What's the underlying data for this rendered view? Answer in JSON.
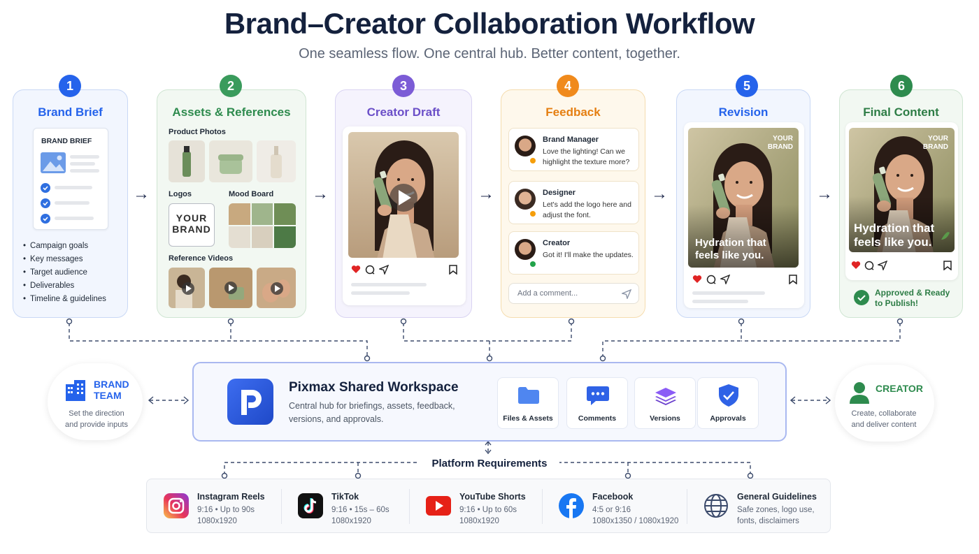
{
  "header": {
    "title": "Brand–Creator Collaboration Workflow",
    "subtitle": "One seamless flow. One central hub. Better content, together."
  },
  "steps": [
    {
      "number": "1",
      "title": "Brand Brief",
      "color": "#2563eb"
    },
    {
      "number": "2",
      "title": "Assets & References",
      "color": "#3a9b5c"
    },
    {
      "number": "3",
      "title": "Creator Draft",
      "color": "#7c5cd6"
    },
    {
      "number": "4",
      "title": "Feedback",
      "color": "#f08a1c"
    },
    {
      "number": "5",
      "title": "Revision",
      "color": "#2563eb"
    },
    {
      "number": "6",
      "title": "Final Content",
      "color": "#2e8b4e"
    }
  ],
  "brief": {
    "doc_title": "BRAND BRIEF",
    "bullets": [
      "Campaign goals",
      "Key messages",
      "Target audience",
      "Deliverables",
      "Timeline & guidelines"
    ]
  },
  "assets": {
    "product_photos": "Product Photos",
    "logos": "Logos",
    "logo_text_1": "YOUR",
    "logo_text_2": "BRAND",
    "mood_board": "Mood Board",
    "reference_videos": "Reference Videos"
  },
  "feedback": {
    "comments": [
      {
        "author": "Brand Manager",
        "text": "Love the lighting! Can we highlight the texture more?",
        "status_color": "#f59e0b"
      },
      {
        "author": "Designer",
        "text": "Let's add the logo here and adjust the font.",
        "status_color": "#f59e0b"
      },
      {
        "author": "Creator",
        "text": "Got it! I'll make the updates.",
        "status_color": "#22a34a"
      }
    ],
    "comment_placeholder": "Add a comment..."
  },
  "revision": {
    "brand_tag_1": "YOUR",
    "brand_tag_2": "BRAND",
    "caption": "Hydration that feels like you."
  },
  "final": {
    "brand_tag_1": "YOUR",
    "brand_tag_2": "BRAND",
    "caption": "Hydration that feels like you.",
    "status": "Approved & Ready to Publish!"
  },
  "brand_team": {
    "label_1": "BRAND",
    "label_2": "TEAM",
    "description": "Set the direction and provide inputs"
  },
  "creator": {
    "label": "CREATOR",
    "description": "Create, collaborate and deliver content"
  },
  "workspace": {
    "name": "Pixmax Shared Workspace",
    "description": "Central hub for briefings, assets, feedback, versions, and approvals.",
    "tools": [
      {
        "label": "Files & Assets",
        "icon": "folder-icon"
      },
      {
        "label": "Comments",
        "icon": "comments-icon"
      },
      {
        "label": "Versions",
        "icon": "layers-icon"
      },
      {
        "label": "Approvals",
        "icon": "shield-check-icon"
      }
    ]
  },
  "platforms": {
    "title": "Platform Requirements",
    "items": [
      {
        "name": "Instagram Reels",
        "line1": "9:16 • Up to 90s",
        "line2": "1080x1920",
        "icon": "instagram-icon"
      },
      {
        "name": "TikTok",
        "line1": "9:16 • 15s – 60s",
        "line2": "1080x1920",
        "icon": "tiktok-icon"
      },
      {
        "name": "YouTube Shorts",
        "line1": "9:16 • Up to 60s",
        "line2": "1080x1920",
        "icon": "youtube-icon"
      },
      {
        "name": "Facebook",
        "line1": "4:5 or 9:16",
        "line2": "1080x1350 / 1080x1920",
        "icon": "facebook-icon"
      },
      {
        "name": "General Guidelines",
        "line1": "Safe zones, logo use,",
        "line2": "fonts, disclaimers",
        "icon": "globe-icon"
      }
    ]
  }
}
